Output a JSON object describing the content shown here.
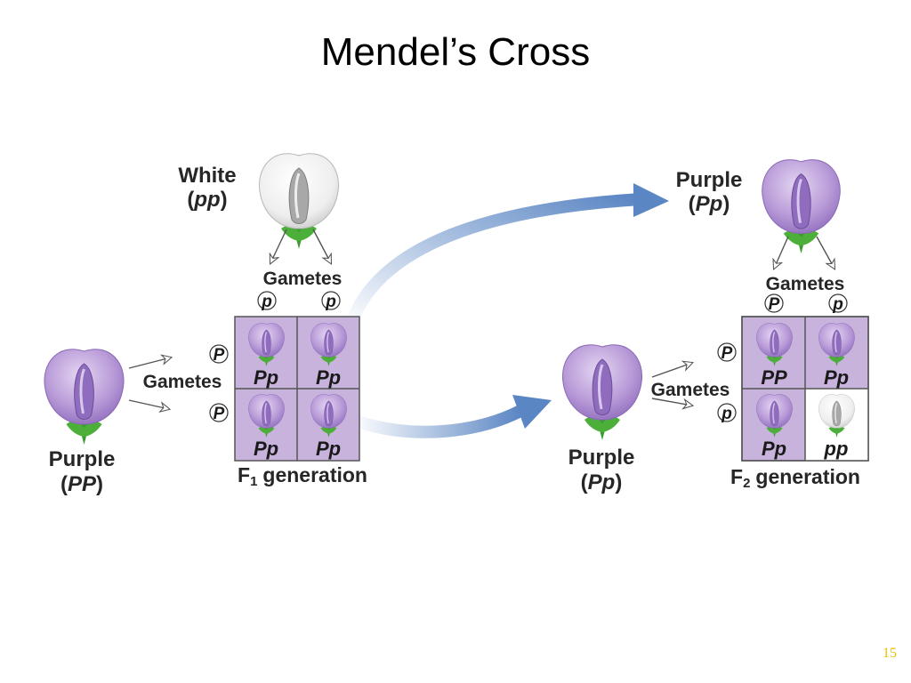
{
  "slide": {
    "title": "Mendel’s Cross",
    "page_number": "15"
  },
  "colors": {
    "purple_petal": "#b99bd8",
    "purple_dark": "#7d5aa8",
    "white_petal": "#f2f2f2",
    "stem_green": "#3a9b2e",
    "grid_fill": "#c8b3dd",
    "arrow_blue": "#5b86c4"
  },
  "parents": {
    "white": {
      "color_word": "White",
      "genotype": "pp"
    },
    "purple": {
      "color_word": "Purple",
      "genotype": "PP"
    }
  },
  "gametes_label": "Gametes",
  "f1": {
    "top_alleles": [
      "p",
      "p"
    ],
    "side_alleles": [
      "P",
      "P"
    ],
    "cells": [
      "Pp",
      "Pp",
      "Pp",
      "Pp"
    ],
    "generation_label": "generation",
    "generation_prefix": "F",
    "generation_sub": "1"
  },
  "f1_plant": {
    "color_word": "Purple",
    "genotype": "Pp"
  },
  "f1_cross_plant": {
    "color_word": "Purple",
    "genotype": "Pp"
  },
  "f2": {
    "top_alleles": [
      "P",
      "p"
    ],
    "side_alleles": [
      "P",
      "p"
    ],
    "cells": [
      "PP",
      "Pp",
      "Pp",
      "pp"
    ],
    "generation_label": "generation",
    "generation_prefix": "F",
    "generation_sub": "2"
  }
}
